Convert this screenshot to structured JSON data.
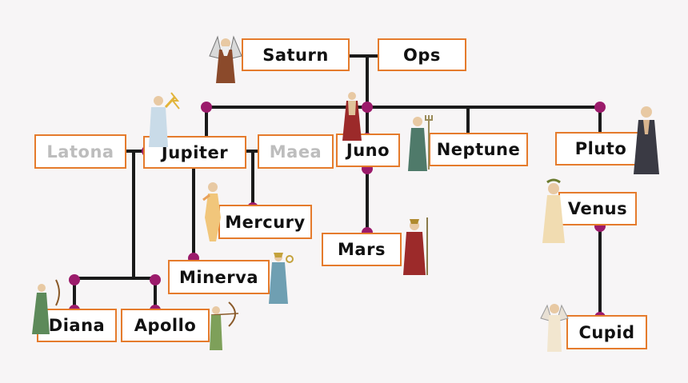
{
  "colors": {
    "line": "#1a1a1a",
    "dot": "#9b1b6b",
    "box_border": "#e57b2c",
    "box_fill": "#ffffff",
    "faded_text": "#bdbdbd"
  },
  "people": {
    "saturn": "Saturn",
    "ops": "Ops",
    "jupiter": "Jupiter",
    "juno": "Juno",
    "neptune": "Neptune",
    "pluto": "Pluto",
    "latona": "Latona",
    "maea": "Maea",
    "mercury": "Mercury",
    "minerva": "Minerva",
    "mars": "Mars",
    "venus": "Venus",
    "cupid": "Cupid",
    "diana": "Diana",
    "apollo": "Apollo"
  },
  "figures": [
    "saturn-figure",
    "juno-figure",
    "jupiter-figure",
    "neptune-figure",
    "pluto-figure",
    "mercury-figure",
    "minerva-figure",
    "mars-figure",
    "venus-figure",
    "cupid-figure",
    "diana-figure",
    "apollo-figure"
  ]
}
